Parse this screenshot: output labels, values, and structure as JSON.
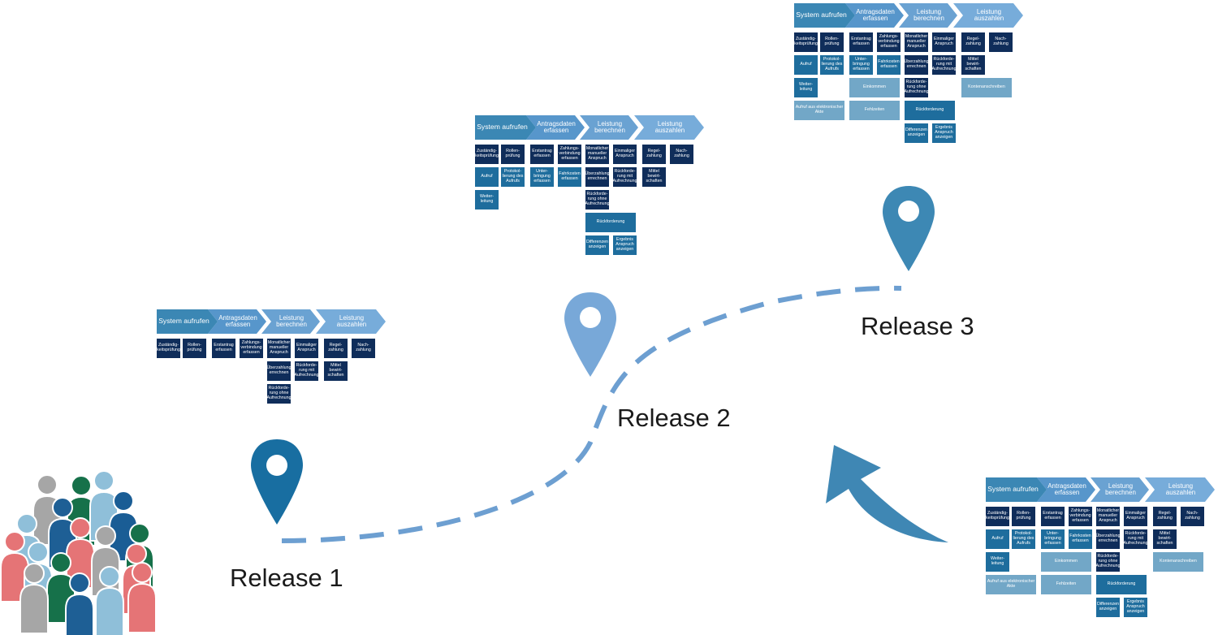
{
  "colors": {
    "chevron": [
      "#3b87b4",
      "#5796cb",
      "#6aa2d2",
      "#77acda"
    ],
    "card_navy": "#0f2d5a",
    "card_blue": "#1e6d9d",
    "card_light": "#72a7c7",
    "path": "#6d9fd1",
    "pin_dark": "#186ea1",
    "pin_mid": "#78a8d8",
    "pin_steel": "#3d88b4",
    "arrow": "#3f87b4",
    "people": [
      "#e57476",
      "#a6a6a6",
      "#8fbfd9",
      "#16714a",
      "#1a5d95",
      "#1e5f95"
    ]
  },
  "releases": [
    {
      "label": "Release 1"
    },
    {
      "label": "Release 2"
    },
    {
      "label": "Release 3"
    }
  ],
  "story_map": {
    "activities": [
      "System aufrufen",
      "Antragsdaten erfassen",
      "Leistung berechnen",
      "Leistung auszahlen"
    ],
    "stories": {
      "zust": "Zuständig-keitsprüfung",
      "roll": "Rollen-prüfung",
      "aufr": "Aufruf",
      "prot": "Protokol-lierung des Aufrufs",
      "weit": "Weiter-leitung",
      "akte": "Aufruf aus elektronischer Akte",
      "erst": "Erstantrag erfassen",
      "zahl": "Zahlungs-verbindung erfassen",
      "unte": "Unter-bringung erfassen",
      "fahr": "Fahrkosten erfassen",
      "eink": "Einkommen",
      "fehl": "Fehlzeiten",
      "mona": "Monatlicher manueller Anspruch",
      "einm": "Einmaliger Anspruch",
      "uebe": "Überzahlung errechnen",
      "rmit": "Rückforde-rung mit Aufrechnung",
      "rohn": "Rückforde-rung ohne Aufrechnung",
      "rfor": "Rückforderung",
      "diff": "Differenzen anzeigen",
      "erge": "Ergebnis Anspruch anzeigen",
      "rege": "Regel-zahlung",
      "nach": "Nach-zahlung",
      "mitt": "Mittel bewirt-schaften",
      "kont": "Kontenanschreiben"
    }
  }
}
